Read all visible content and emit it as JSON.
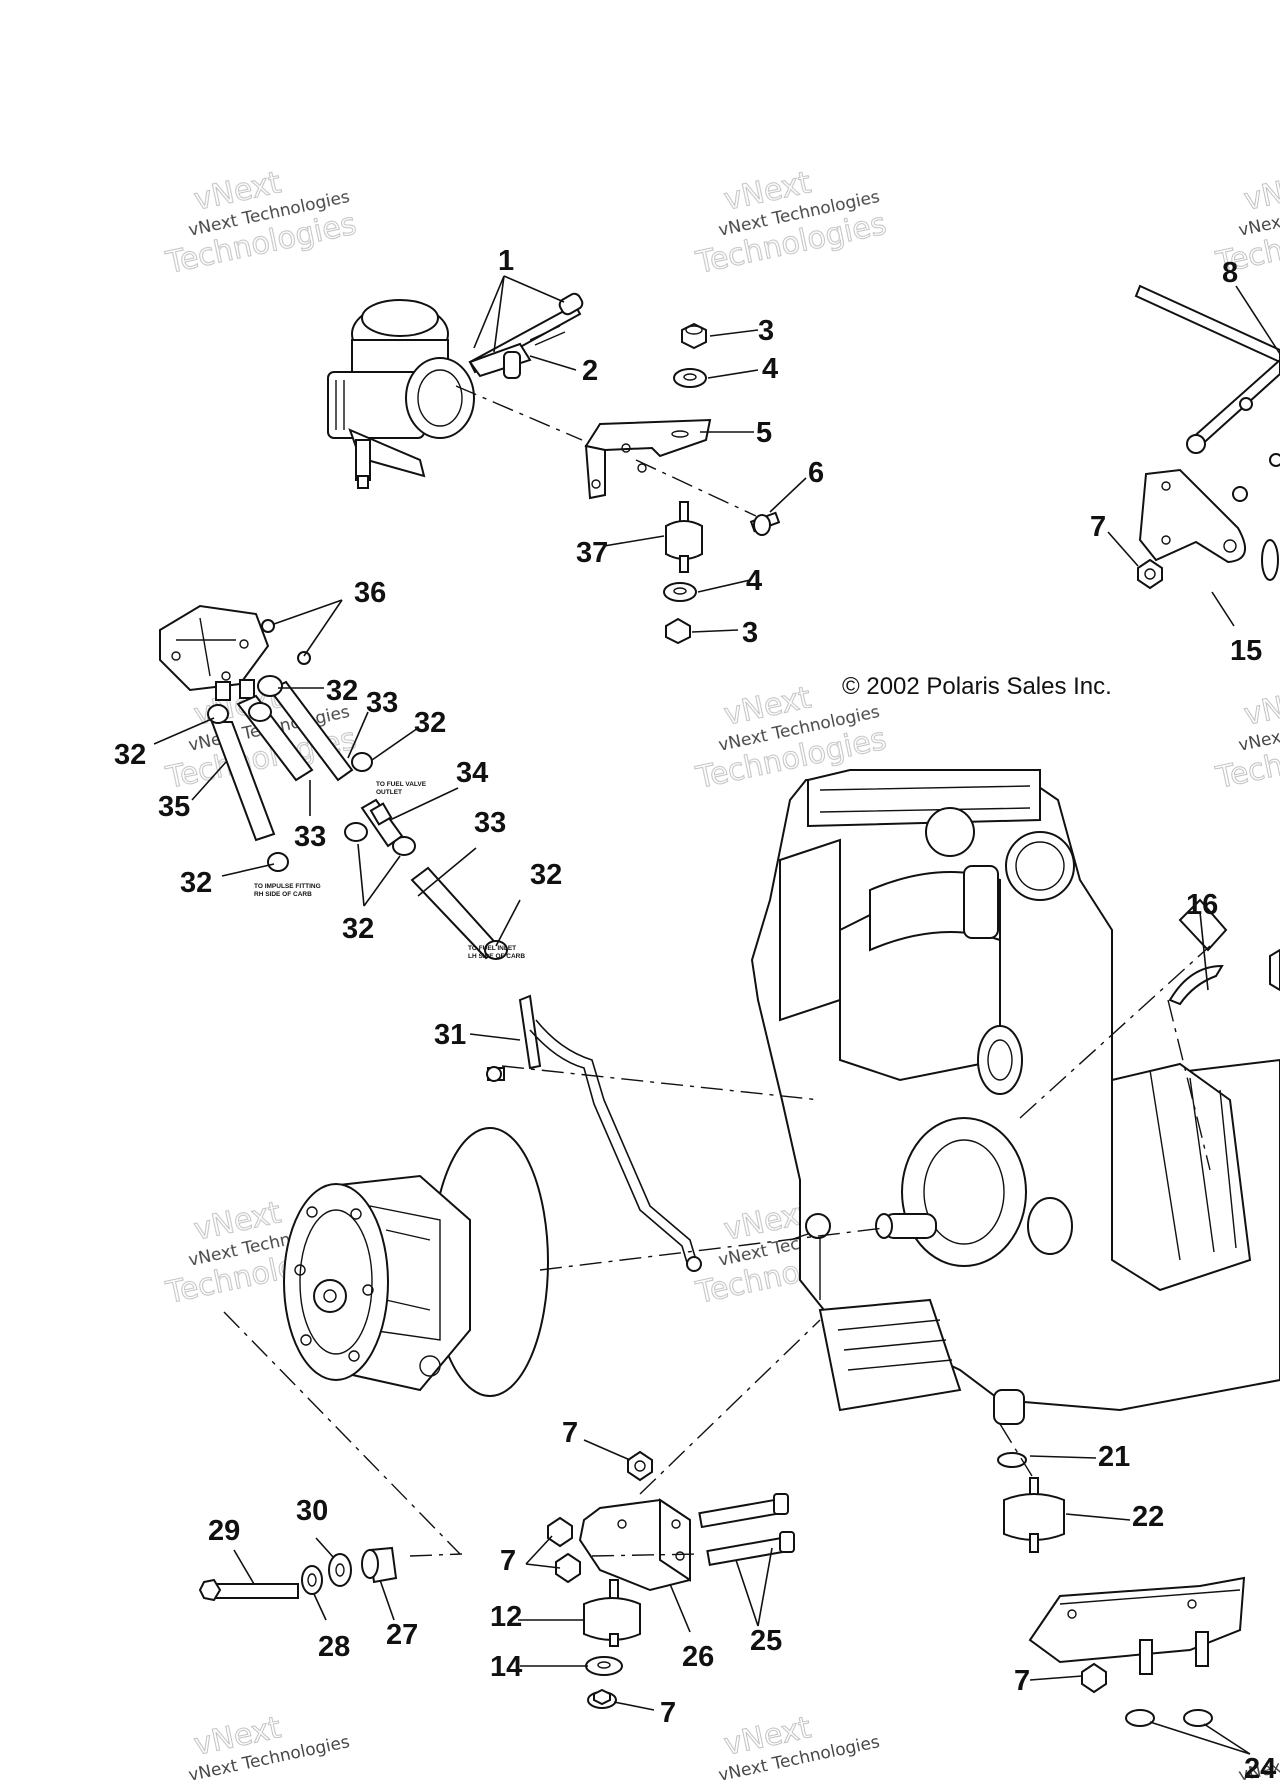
{
  "copyright": "© 2002 Polaris Sales Inc.",
  "watermark": {
    "line1": "vNext Technologies",
    "line2": "Technologies",
    "line3": "vNext"
  },
  "notes": {
    "fuel_valve_outlet": [
      "TO FUEL VALVE",
      "OUTLET"
    ],
    "impulse_fitting": [
      "TO IMPULSE FITTING",
      "RH SIDE OF CARB"
    ],
    "fuel_inlet": [
      "TO FUEL INLET",
      "LH SIDE OF CARB"
    ]
  },
  "callouts": [
    {
      "id": "c1",
      "label": "1"
    },
    {
      "id": "c2",
      "label": "2"
    },
    {
      "id": "c3a",
      "label": "3"
    },
    {
      "id": "c4a",
      "label": "4"
    },
    {
      "id": "c5",
      "label": "5"
    },
    {
      "id": "c6",
      "label": "6"
    },
    {
      "id": "c37",
      "label": "37"
    },
    {
      "id": "c4b",
      "label": "4"
    },
    {
      "id": "c3b",
      "label": "3"
    },
    {
      "id": "c8",
      "label": "8"
    },
    {
      "id": "c7a",
      "label": "7"
    },
    {
      "id": "c15",
      "label": "15"
    },
    {
      "id": "c36",
      "label": "36"
    },
    {
      "id": "c32a",
      "label": "32"
    },
    {
      "id": "c33a",
      "label": "33"
    },
    {
      "id": "c32b",
      "label": "32"
    },
    {
      "id": "c32c",
      "label": "32"
    },
    {
      "id": "c35",
      "label": "35"
    },
    {
      "id": "c34",
      "label": "34"
    },
    {
      "id": "c33b",
      "label": "33"
    },
    {
      "id": "c33c",
      "label": "33"
    },
    {
      "id": "c32d",
      "label": "32"
    },
    {
      "id": "c32e",
      "label": "32"
    },
    {
      "id": "c32f",
      "label": "32"
    },
    {
      "id": "c16",
      "label": "16"
    },
    {
      "id": "c31",
      "label": "31"
    },
    {
      "id": "c7b",
      "label": "7"
    },
    {
      "id": "c21",
      "label": "21"
    },
    {
      "id": "c22",
      "label": "22"
    },
    {
      "id": "c29",
      "label": "29"
    },
    {
      "id": "c30",
      "label": "30"
    },
    {
      "id": "c7c",
      "label": "7"
    },
    {
      "id": "c12",
      "label": "12"
    },
    {
      "id": "c28",
      "label": "28"
    },
    {
      "id": "c27",
      "label": "27"
    },
    {
      "id": "c26",
      "label": "26"
    },
    {
      "id": "c25",
      "label": "25"
    },
    {
      "id": "c14",
      "label": "14"
    },
    {
      "id": "c7d",
      "label": "7"
    },
    {
      "id": "c7e",
      "label": "7"
    },
    {
      "id": "c24",
      "label": "24"
    }
  ]
}
